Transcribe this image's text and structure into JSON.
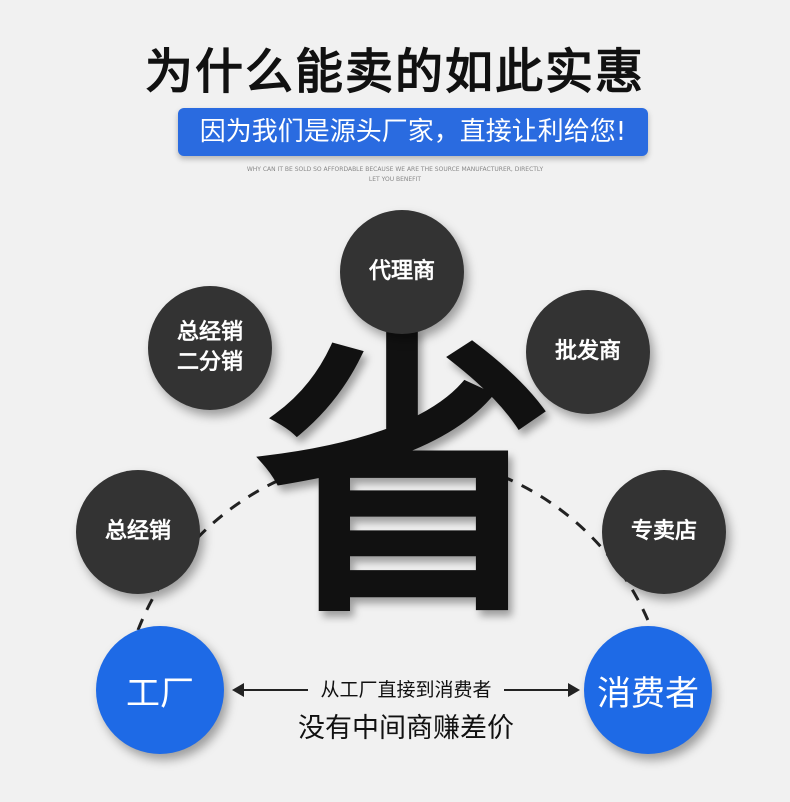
{
  "title": "为什么能卖的如此实惠",
  "banner": "因为我们是源头厂家，直接让利给您!",
  "english": "WHY CAN IT BE SOLD SO AFFORDABLE BECAUSE WE ARE THE SOURCE MANUFACTURER, DIRECTLY LET YOU BENEFIT",
  "center_char": "省",
  "circles": {
    "agent": "代理商",
    "general_l2": "总经销\n二分销",
    "wholesaler": "批发商",
    "general": "总经销",
    "store": "专卖店",
    "factory": "工厂",
    "consumer": "消费者"
  },
  "arrow_text": "从工厂直接到消费者",
  "sub_text": "没有中间商赚差价",
  "colors": {
    "blue": "#1e6ae6",
    "dark": "#333333",
    "banner": "#2a6be0"
  }
}
